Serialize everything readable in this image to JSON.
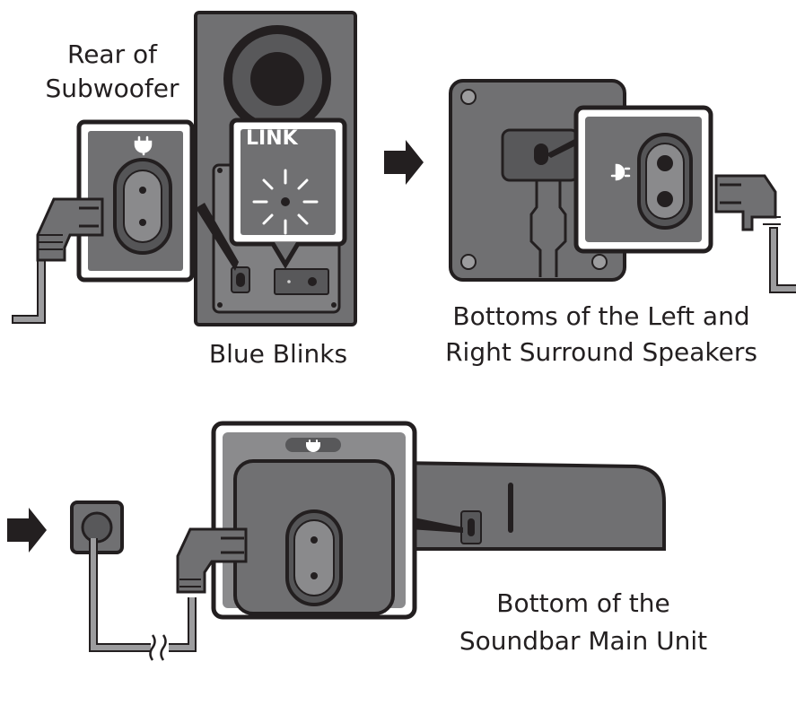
{
  "labels": {
    "subwoofer_rear_line1": "Rear of",
    "subwoofer_rear_line2": "Subwoofer",
    "link_label": "LINK",
    "blue_blinks": "Blue Blinks",
    "surround_line1": "Bottoms of the Left and",
    "surround_line2": "Right Surround Speakers",
    "soundbar_line1": "Bottom of the",
    "soundbar_line2": "Soundbar Main Unit"
  },
  "icons": {
    "power_port": "power-plug-icon",
    "link_led": "blinking-light-icon",
    "arrow": "right-arrow-icon",
    "outlet": "wall-outlet-icon",
    "cable_break": "wavy-break-icon"
  },
  "colors": {
    "panel_dark": "#707072",
    "panel_light": "#8b8b8d",
    "outline": "#231f20",
    "cable": "#9c9c9e",
    "text": "#231f20"
  }
}
